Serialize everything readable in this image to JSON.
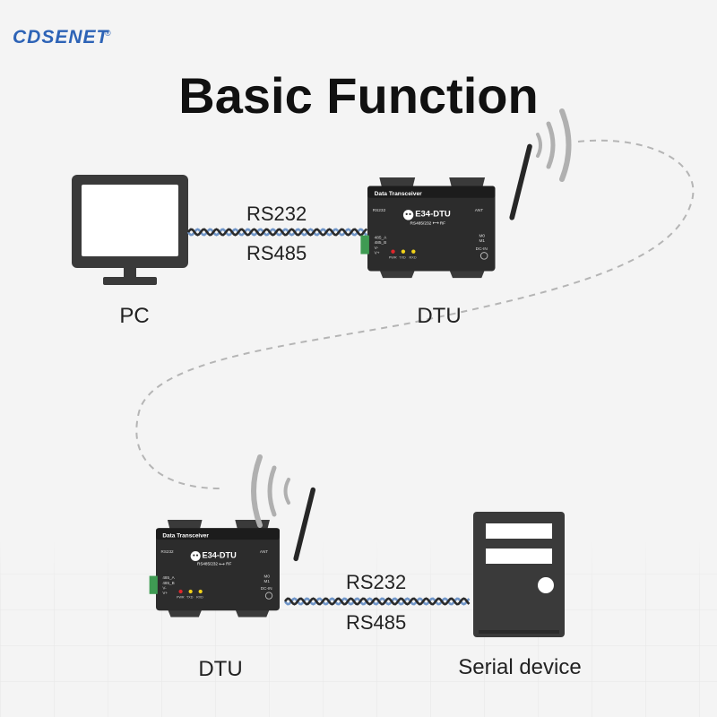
{
  "brand": {
    "name": "CDSENET",
    "mark": "®"
  },
  "title": "Basic Function",
  "nodes": {
    "pc": "PC",
    "dtu_top": "DTU",
    "dtu_bottom": "DTU",
    "serial_device": "Serial device"
  },
  "links": {
    "top": {
      "upper": "RS232",
      "lower": "RS485"
    },
    "bottom": {
      "upper": "RS232",
      "lower": "RS485"
    }
  },
  "device": {
    "header": "Data Transceiver",
    "model": "E34-DTU",
    "sub": "RS485/232 ⟷ RF",
    "port_rs232": "RS232",
    "ant": "ANT",
    "m0": "M0",
    "m1": "M1",
    "dcin": "DC-IN",
    "pin_a": "485_A",
    "pin_b": "485_B",
    "vminus": "V-",
    "vplus": "V+",
    "pwr": "PWR",
    "txd": "TXD",
    "rxd": "RXD"
  },
  "colors": {
    "brand": "#2d63b6",
    "device_body": "#2c2c2c",
    "cable_blue": "#6f95c8",
    "cable_dark": "#2a2a2a",
    "terminal_green": "#3f9b53",
    "led_red": "#e0262b",
    "led_yellow": "#f2d21a"
  },
  "icons": [
    "monitor-icon",
    "server-tower-icon",
    "wireless-signal-icon",
    "antenna-icon"
  ]
}
